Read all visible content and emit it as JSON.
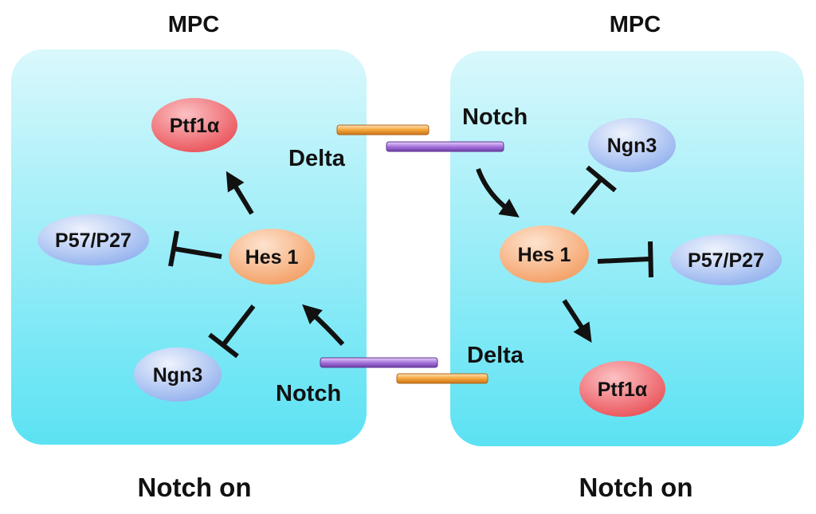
{
  "left_cell": {
    "title": "MPC",
    "footer": "Notch on",
    "nodes": {
      "hes1": "Hes 1",
      "ptf1a": "Ptf1α",
      "p57p27": "P57/P27",
      "ngn3": "Ngn3"
    },
    "receptor_label": "Notch",
    "ligand_label": "Delta"
  },
  "right_cell": {
    "title": "MPC",
    "footer": "Notch on",
    "nodes": {
      "hes1": "Hes 1",
      "ptf1a": "Ptf1α",
      "p57p27": "P57/P27",
      "ngn3": "Ngn3"
    },
    "receptor_label": "Notch",
    "ligand_label": "Delta"
  },
  "colors": {
    "cell_top": "#d6f8fc",
    "cell_bottom": "#5fe3f4",
    "hes1": "#f5a870",
    "ptf1a": "#ee5860",
    "p57p27": "#93b5ee",
    "ngn3": "#93b5ee",
    "notch_bar": "#9f6bd6",
    "delta_bar": "#f2a032"
  }
}
